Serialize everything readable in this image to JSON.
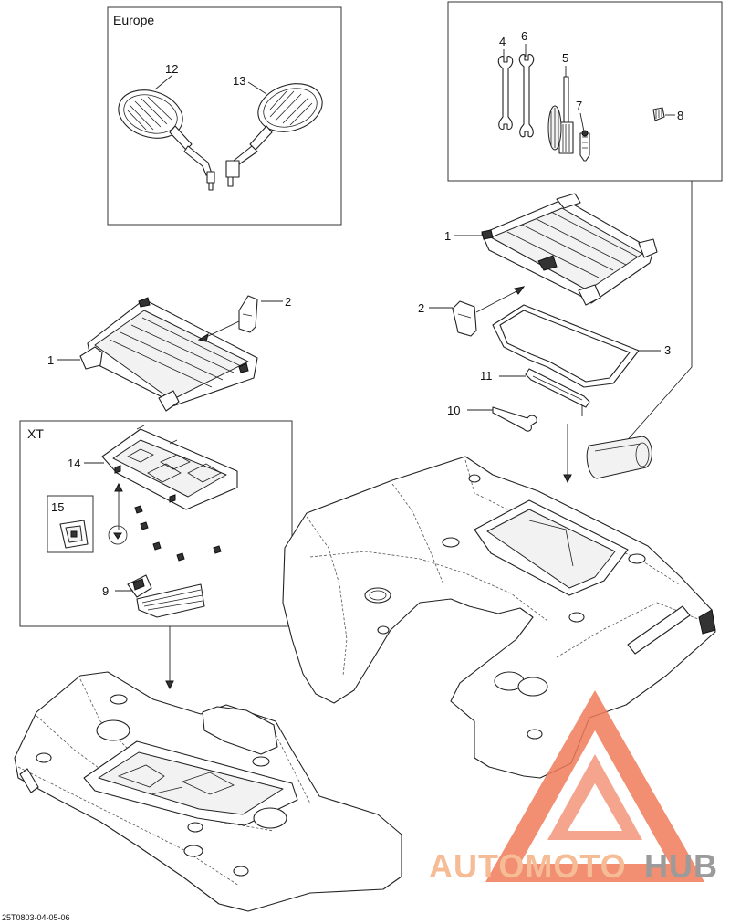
{
  "boxes": {
    "europe_label": "Europe",
    "xt_label": "XT"
  },
  "callouts": {
    "c1_rack_left": "1",
    "c2_bracket_left": "2",
    "c1_rack_right": "1",
    "c2_bracket_right": "2",
    "c3": "3",
    "c4": "4",
    "c5": "5",
    "c6": "6",
    "c7": "7",
    "c8": "8",
    "c9": "9",
    "c10": "10",
    "c11": "11",
    "c12": "12",
    "c13": "13",
    "c14": "14",
    "c15": "15"
  },
  "doc_id": "25T0803-04-05-06",
  "watermark": {
    "part1": "AUTOMOTO",
    "part2": "HUB",
    "colors": {
      "triangle": "#f07b5a",
      "text_accent": "#f4b183",
      "text_gray": "#8a8a8a"
    }
  }
}
